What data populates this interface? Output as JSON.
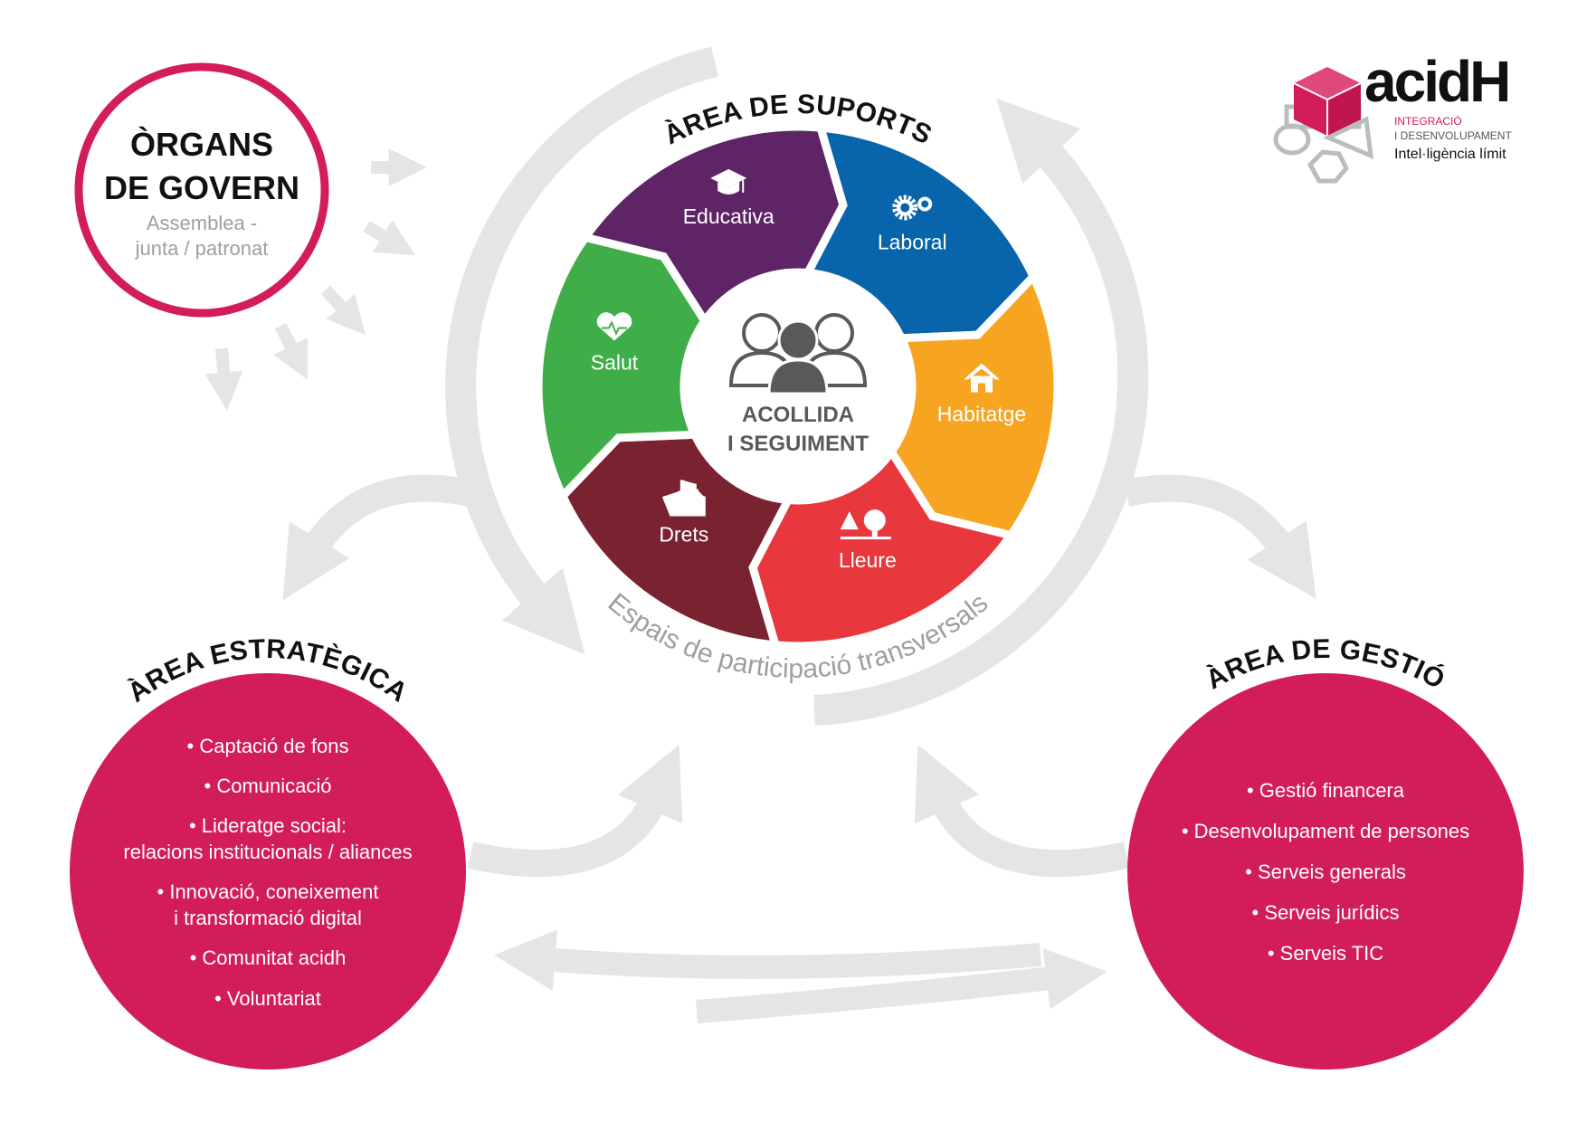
{
  "colors": {
    "pink": "#d31c5b",
    "arrow_grey": "#e4e5e6",
    "text_grey": "#9d9fa2",
    "center_grey": "#58595b"
  },
  "governance": {
    "title_line1": "ÒRGANS",
    "title_line2": "DE GOVERN",
    "sub_line1": "Assemblea -",
    "sub_line2": "junta / patronat"
  },
  "support_area": {
    "title": "ÀREA DE SUPORTS",
    "center_line1": "ACOLLIDA",
    "center_line2": "I SEGUIMENT",
    "transversal": "Espais de participació transversals",
    "segments": [
      {
        "label": "Educativa",
        "color": "#5e2466",
        "icon": "graduation-cap-icon"
      },
      {
        "label": "Laboral",
        "color": "#0864ab",
        "icon": "gears-icon"
      },
      {
        "label": "Habitatge",
        "color": "#f7a520",
        "icon": "house-icon"
      },
      {
        "label": "Lleure",
        "color": "#e8383d",
        "icon": "trees-icon"
      },
      {
        "label": "Drets",
        "color": "#7a2330",
        "icon": "raised-hands-icon"
      },
      {
        "label": "Salut",
        "color": "#3fae49",
        "icon": "heart-pulse-icon"
      }
    ]
  },
  "strategic_area": {
    "title": "ÀREA ESTRATÈGICA",
    "items": [
      "• Captació de fons",
      "• Comunicació",
      "• Lideratge social:",
      "relacions institucionals / aliances",
      "• Innovació, coneixement",
      "i transformació digital",
      "• Comunitat acidh",
      "• Voluntariat"
    ]
  },
  "management_area": {
    "title": "ÀREA DE GESTIÓ",
    "items": [
      "• Gestió financera",
      "• Desenvolupament de persones",
      "• Serveis generals",
      "• Serveis jurídics",
      "• Serveis TIC"
    ]
  },
  "logo": {
    "name": "acidH",
    "line1": "INTEGRACIÓ",
    "line2": "I DESENVOLUPAMENT",
    "line3": "Intel·ligència límit"
  }
}
